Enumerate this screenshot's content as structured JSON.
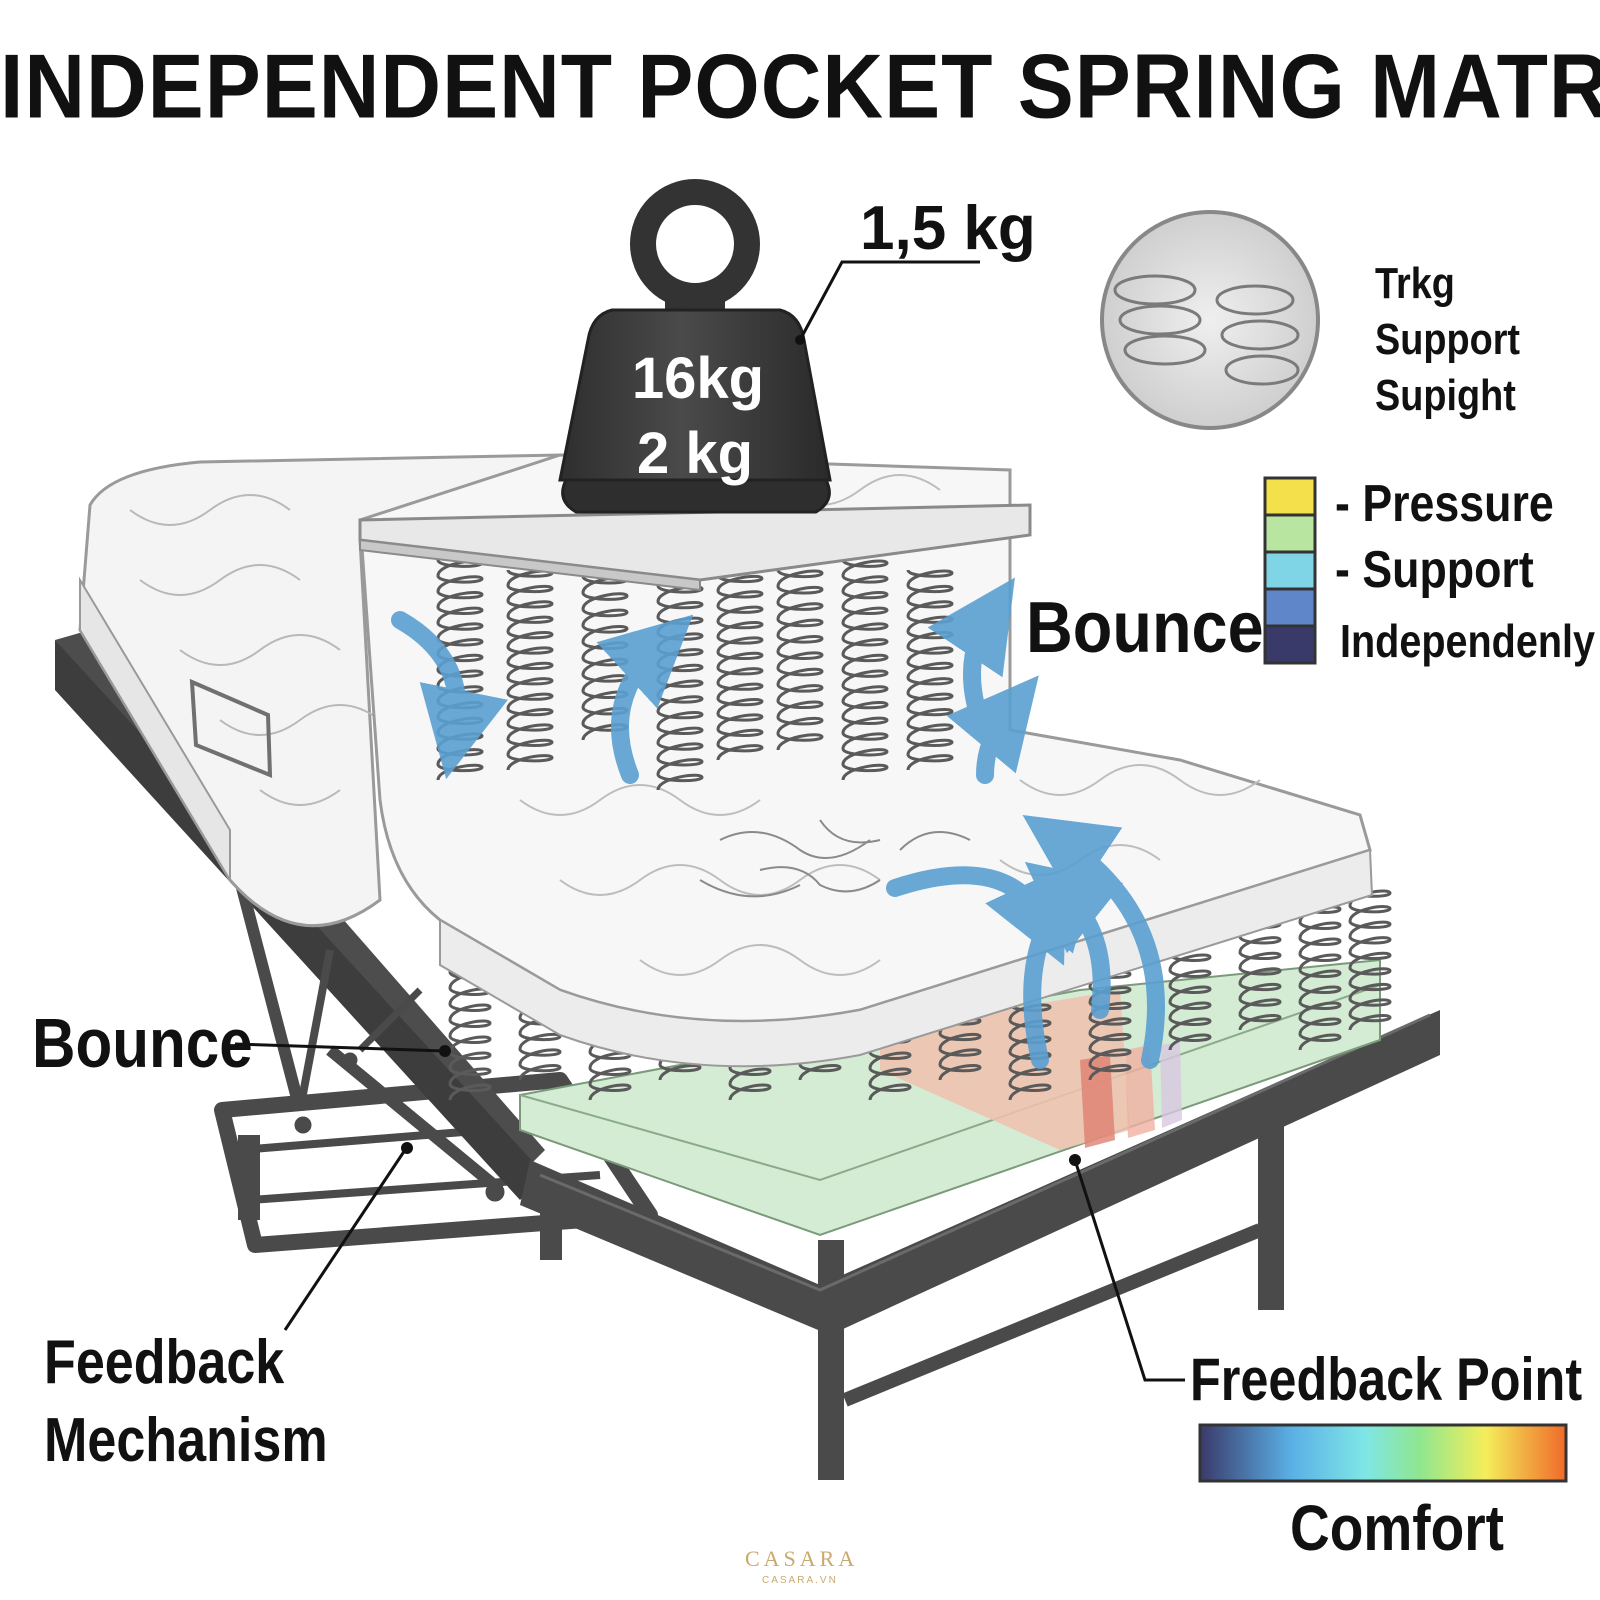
{
  "title": "INDEPENDENT POCKET SPRING MATRESE",
  "weight": {
    "callout": "1,5 kg",
    "line1": "16kg",
    "line2": "2 kg"
  },
  "inset": {
    "lines": [
      "Trkg",
      "Support",
      "Supight"
    ]
  },
  "legend": {
    "items": [
      "- Pressure",
      "- Support",
      "Independenly"
    ],
    "colors": [
      "#f4e04a",
      "#b8e6a0",
      "#7fd4e6",
      "#5f86c8",
      "#3a3a6a"
    ]
  },
  "labels": {
    "bounce_right": "Bounce",
    "bounce_left": "Bounce",
    "feedback_mechanism_1": "Feedback",
    "feedback_mechanism_2": "Mechanism",
    "feedback_point": "Freedback Point",
    "comfort": "Comfort"
  },
  "brand": {
    "name": "CASARA",
    "url": "CASARA.VN"
  },
  "colors": {
    "frame": "#4a4a4a",
    "arrow": "#5aa0d2",
    "weight": "#3b3b3b",
    "base_green": "#cfe8cf"
  }
}
